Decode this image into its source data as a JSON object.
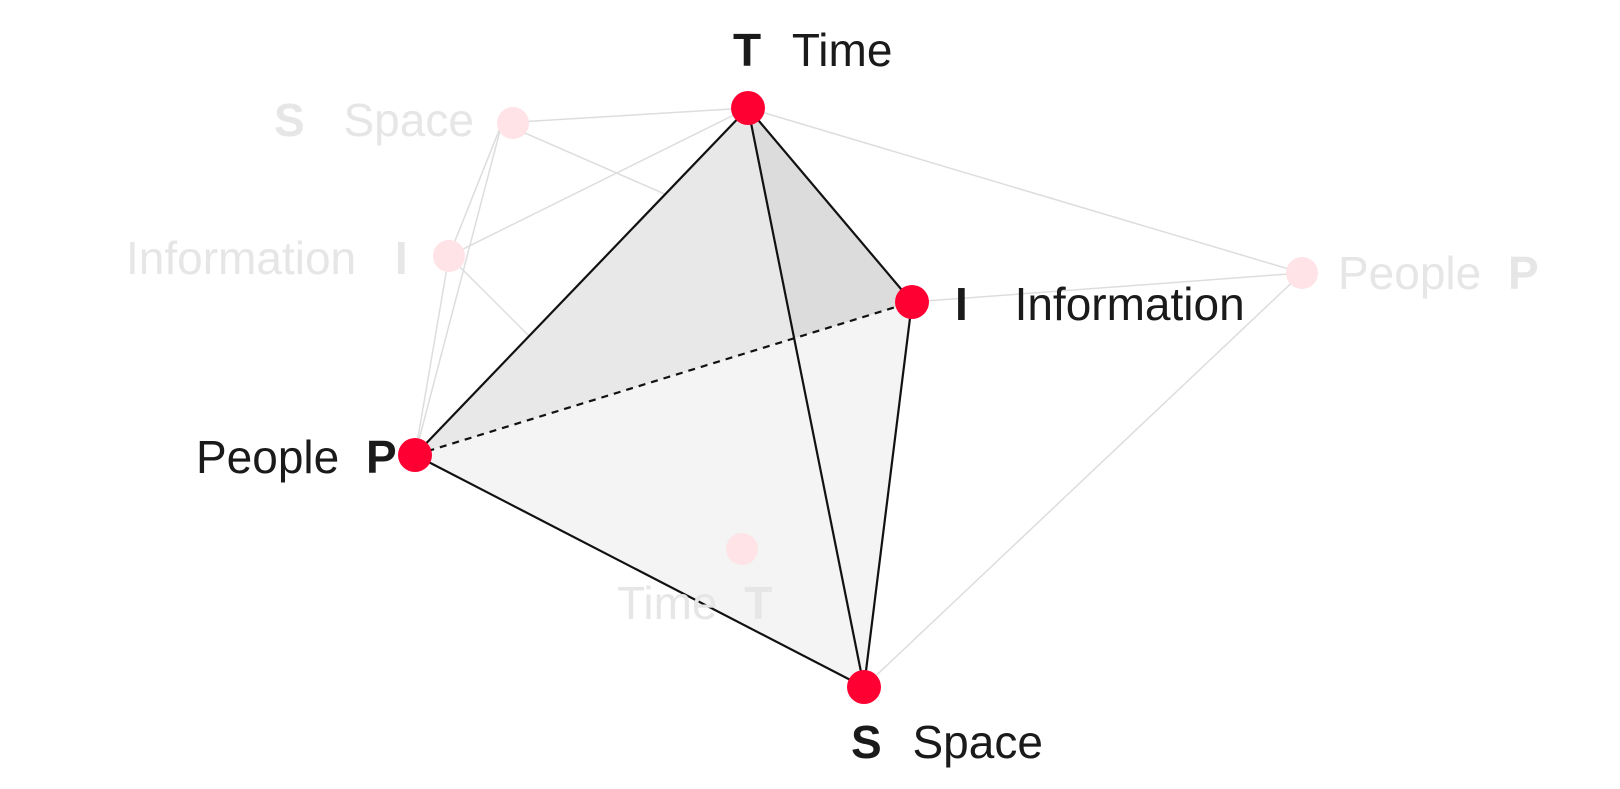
{
  "colors": {
    "background": "#ffffff",
    "node": "#ff0033",
    "node_ghost": "#ffe3e6",
    "edge": "#111111",
    "edge_ghost": "#dddddd",
    "text": "#1a1a1a",
    "text_ghost": "#e6e6e6",
    "face_front_left": "#e8e8e8",
    "face_right": "#dcdcdc",
    "face_bottom": "#f4f4f4"
  },
  "main": {
    "time": {
      "letter": "T",
      "word": "Time"
    },
    "information": {
      "letter": "I",
      "word": "Information"
    },
    "people": {
      "letter": "P",
      "word": "People"
    },
    "space": {
      "letter": "S",
      "word": "Space"
    }
  },
  "ghost": {
    "space": {
      "letter": "S",
      "word": "Space"
    },
    "information": {
      "letter": "I",
      "word": "Information"
    },
    "people": {
      "letter": "P",
      "word": "People"
    },
    "time": {
      "letter": "T",
      "word": "Time"
    }
  }
}
